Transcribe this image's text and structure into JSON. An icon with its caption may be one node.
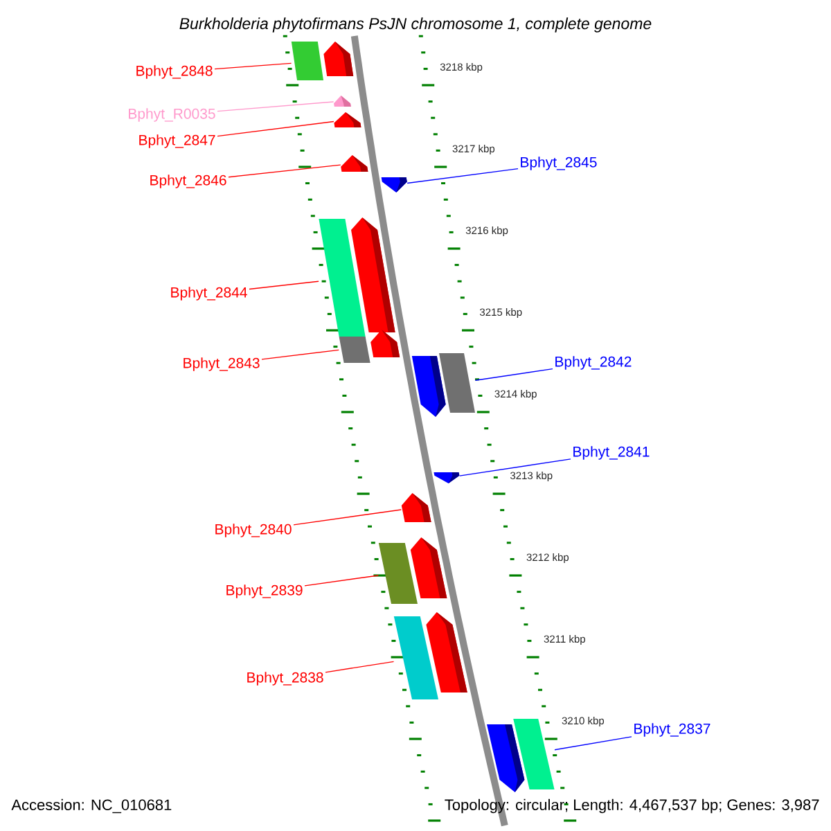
{
  "diagram": {
    "title": "Burkholderia phytofirmans PsJN chromosome 1, complete genome",
    "nodes": [
      {
        "text": [
          "Bphyt_2848"
        ]
      },
      {
        "text": [
          "Bphyt_R0035"
        ]
      },
      {
        "text": [
          "Bphyt_2847"
        ]
      },
      {
        "text": [
          "Bphyt_2846"
        ]
      },
      {
        "text": [
          "Bphyt_2845"
        ]
      },
      {
        "text": [
          "Bphyt_2844"
        ]
      },
      {
        "text": [
          "Bphyt_2843"
        ]
      },
      {
        "text": [
          "Bphyt_2842"
        ]
      },
      {
        "text": [
          "Bphyt_2841"
        ]
      },
      {
        "text": [
          "Bphyt_2840"
        ]
      },
      {
        "text": [
          "Bphyt_2839"
        ]
      },
      {
        "text": [
          "Bphyt_2838"
        ]
      },
      {
        "text": [
          "Bphyt_2837"
        ]
      },
      {
        "text": [],
        "shape": "pentagon"
      },
      {
        "text": [],
        "shape": "pentagon"
      },
      {
        "text": [],
        "shape": "pentagon"
      },
      {
        "text": [],
        "shape": "pentagon"
      },
      {
        "text": [],
        "shape": "pentagon"
      },
      {
        "text": [],
        "shape": "pentagon"
      },
      {
        "text": [],
        "shape": "pentagon"
      },
      {
        "text": [],
        "shape": "pentagon"
      },
      {
        "text": [],
        "shape": "pentagon"
      },
      {
        "text": [],
        "shape": "pentagon"
      },
      {
        "text": [],
        "shape": "pentagon"
      },
      {
        "text": [],
        "shape": "pentagon"
      },
      {
        "text": [],
        "shape": "pentagon"
      }
    ],
    "edges": [
      {
        "from": 0,
        "to": 13,
        "arrow": "none"
      },
      {
        "from": 1,
        "to": 14,
        "arrow": "none",
        "color": "#ff99cc"
      },
      {
        "from": 2,
        "to": 15,
        "arrow": "none"
      },
      {
        "from": 3,
        "to": 16,
        "arrow": "none"
      },
      {
        "from": 4,
        "to": 17,
        "arrow": "none",
        "color": "#0000ff"
      },
      {
        "from": 5,
        "to": 18,
        "arrow": "none"
      },
      {
        "from": 6,
        "to": 19,
        "arrow": "none"
      },
      {
        "from": 7,
        "to": 20,
        "arrow": "none",
        "color": "#0000ff"
      },
      {
        "from": 8,
        "to": 21,
        "arrow": "none",
        "color": "#0000ff"
      },
      {
        "from": 9,
        "to": 22,
        "arrow": "none"
      },
      {
        "from": 10,
        "to": 23,
        "arrow": "none"
      },
      {
        "from": 11,
        "to": 24,
        "arrow": "none"
      },
      {
        "from": 12,
        "to": 25,
        "arrow": "none",
        "color": "#0000ff"
      }
    ],
    "labels": [
      "3218 kbp",
      "3217 kbp",
      "3216 kbp",
      "3215 kbp",
      "3214 kbp",
      "3213 kbp",
      "3212 kbp",
      "3211 kbp",
      "3210 kbp",
      "Accession: NC_010681",
      "Topology: circular; Length: 4,467,537 bp; Genes: 3,987"
    ]
  }
}
